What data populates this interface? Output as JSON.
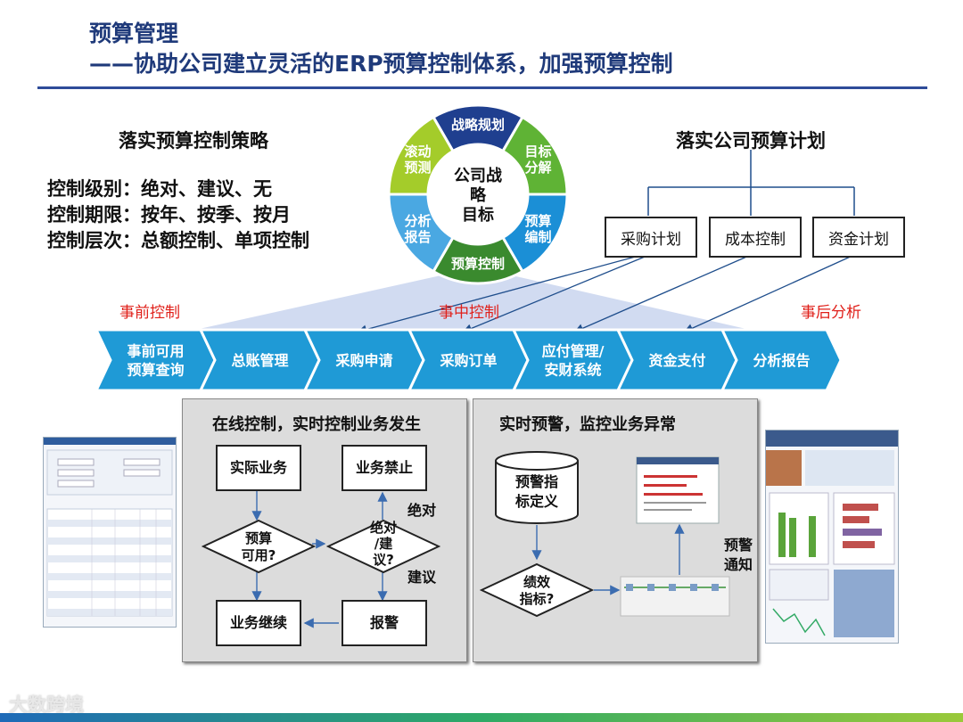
{
  "header": {
    "title": "预算管理",
    "subtitle": "——协助公司建立灵活的ERP预算控制体系，加强预算控制"
  },
  "strategy": {
    "heading": "落实预算控制策略",
    "lines": [
      "控制级别：绝对、建议、无",
      "控制期限：按年、按季、按月",
      "控制层次：总额控制、单项控制"
    ]
  },
  "cycle": {
    "center": [
      "公司战",
      "略",
      "目标"
    ],
    "segments": [
      {
        "label": [
          "战略规划"
        ],
        "color": "#1f3f8f"
      },
      {
        "label": [
          "目标",
          "分解"
        ],
        "color": "#5fb335"
      },
      {
        "label": [
          "预算",
          "编制"
        ],
        "color": "#1b8fd6"
      },
      {
        "label": [
          "预算控制"
        ],
        "color": "#3a8a2e"
      },
      {
        "label": [
          "分析",
          "报告"
        ],
        "color": "#4aa8e2"
      },
      {
        "label": [
          "滚动",
          "预测"
        ],
        "color": "#a4cc2a"
      }
    ]
  },
  "plan": {
    "heading": "落实公司预算计划",
    "items": [
      "采购计划",
      "成本控制",
      "资金计划"
    ]
  },
  "phases": [
    "事前控制",
    "事中控制",
    "事后分析"
  ],
  "process": [
    [
      "事前可用",
      "预算查询"
    ],
    [
      "总账管理"
    ],
    [
      "采购申请"
    ],
    [
      "采购订单"
    ],
    [
      "应付管理/",
      "安财系统"
    ],
    [
      "资金支付"
    ],
    [
      "分析报告"
    ]
  ],
  "online": {
    "title": "在线控制，实时控制业务发生",
    "actual": "实际业务",
    "forbid": "业务禁止",
    "available": [
      "预算",
      "可用?"
    ],
    "absolute": [
      "绝对",
      "/建",
      "议?"
    ],
    "continue": "业务继续",
    "alarm": "报警",
    "label_absolute": "绝对",
    "label_suggest": "建议"
  },
  "warning": {
    "title": "实时预警，监控业务异常",
    "definition": [
      "预警指",
      "标定义"
    ],
    "kpi": [
      "绩效",
      "指标?"
    ],
    "notice": [
      "预警",
      "通知"
    ]
  },
  "colors": {
    "title": "#1f3a7a",
    "arrow": "#1f9ad6",
    "phase_text": "#e0201a",
    "line": "#1f4e8c"
  },
  "watermark": "大数跨境"
}
